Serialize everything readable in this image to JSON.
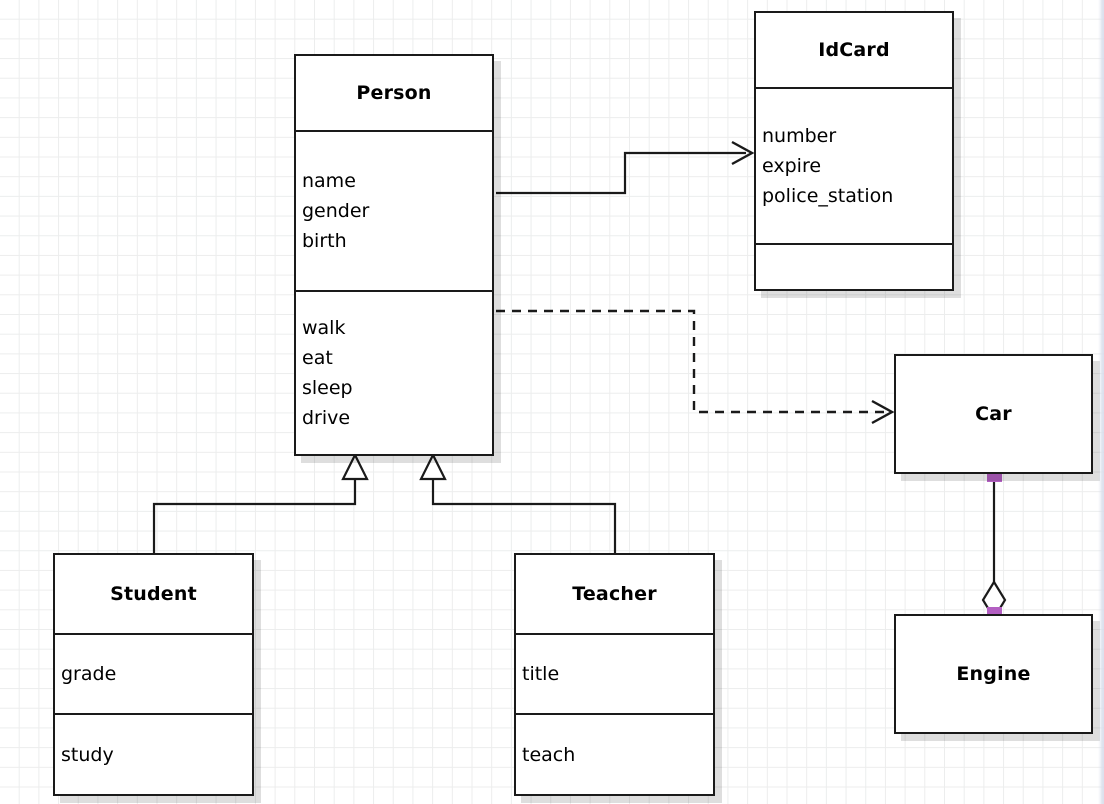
{
  "diagram": {
    "kind": "uml-class-diagram",
    "background": "#ffffff",
    "grid_color": "#eceded",
    "line_color": "#1a1a1a",
    "handle_color": "#b35fc2"
  },
  "classes": {
    "person": {
      "name": "Person",
      "attributes": [
        "name",
        "gender",
        "birth"
      ],
      "operations": [
        "walk",
        "eat",
        "sleep",
        "drive"
      ]
    },
    "idcard": {
      "name": "IdCard",
      "attributes": [
        "number",
        "expire",
        "police_station"
      ],
      "operations": []
    },
    "student": {
      "name": "Student",
      "attributes": [
        "grade"
      ],
      "operations": [
        "study"
      ]
    },
    "teacher": {
      "name": "Teacher",
      "attributes": [
        "title"
      ],
      "operations": [
        "teach"
      ]
    },
    "car": {
      "name": "Car",
      "attributes": [],
      "operations": []
    },
    "engine": {
      "name": "Engine",
      "attributes": [],
      "operations": []
    }
  },
  "relationships": [
    {
      "id": "person-idcard",
      "type": "association",
      "style": "solid",
      "arrowhead": "open",
      "from": "Person",
      "to": "IdCard"
    },
    {
      "id": "person-car",
      "type": "dependency",
      "style": "dashed",
      "arrowhead": "open",
      "from": "Person",
      "to": "Car"
    },
    {
      "id": "student-person",
      "type": "generalization",
      "style": "solid",
      "arrowhead": "hollow-triangle",
      "from": "Student",
      "to": "Person"
    },
    {
      "id": "teacher-person",
      "type": "generalization",
      "style": "solid",
      "arrowhead": "hollow-triangle",
      "from": "Teacher",
      "to": "Person"
    },
    {
      "id": "car-engine",
      "type": "aggregation",
      "style": "solid",
      "arrowhead": "hollow-diamond",
      "from": "Car",
      "to": "Engine",
      "selected": true
    }
  ]
}
